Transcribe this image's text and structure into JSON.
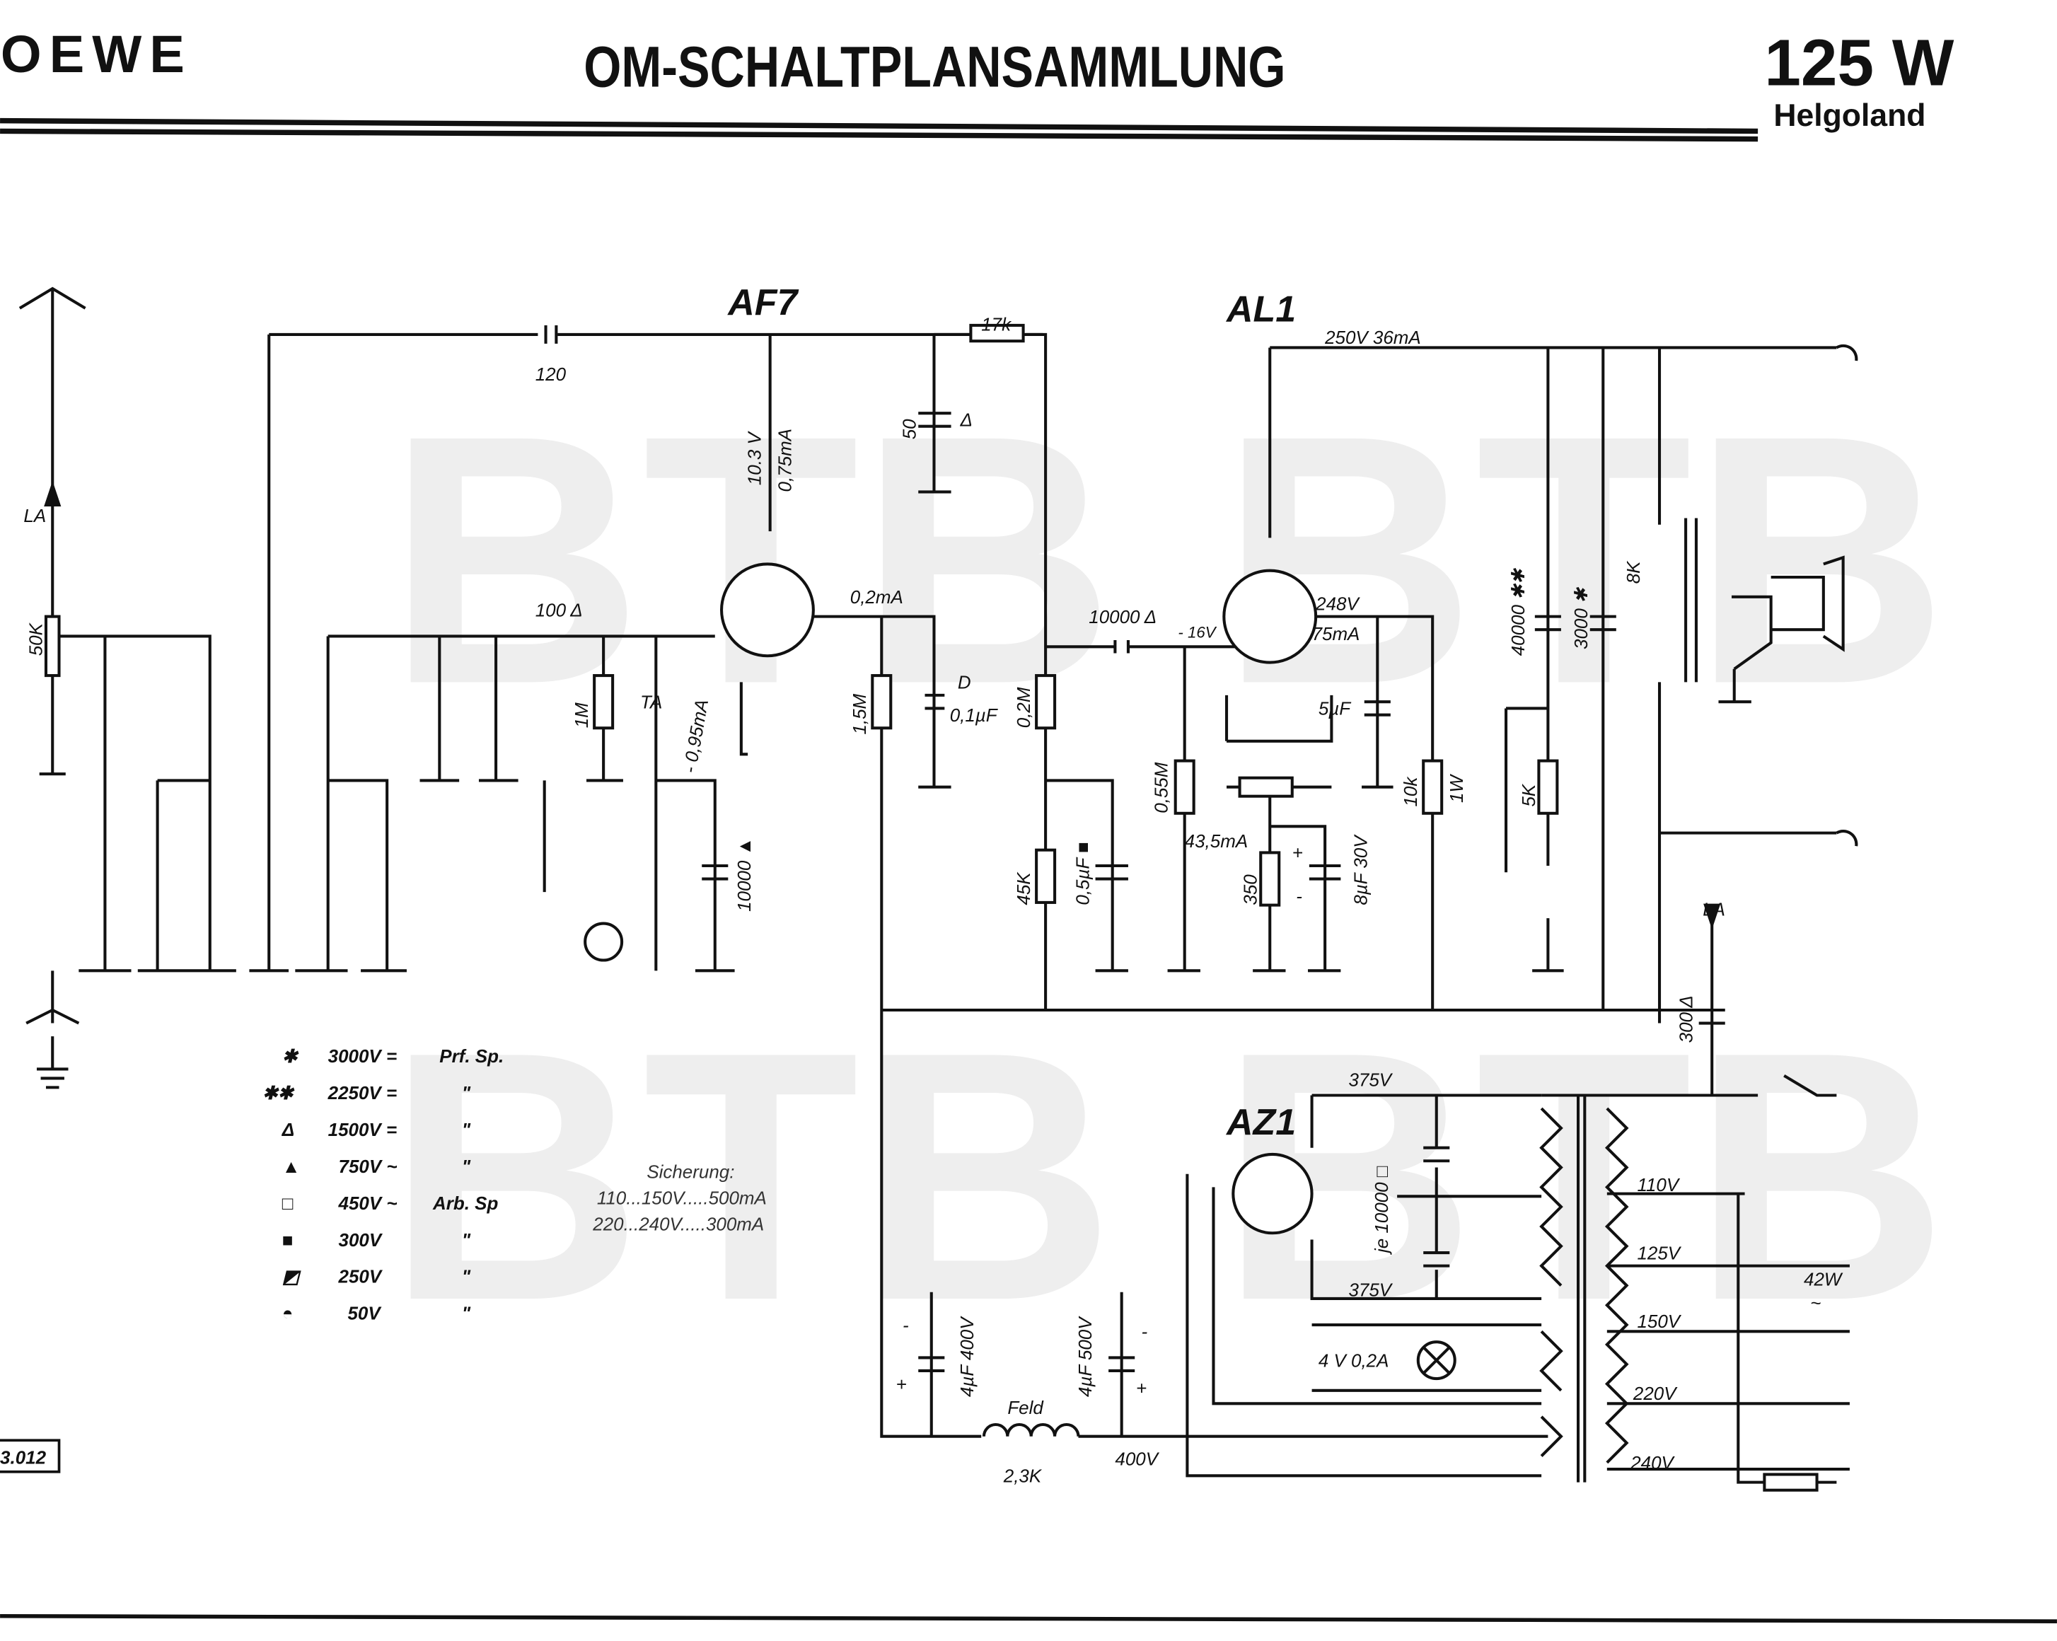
{
  "header": {
    "brand": "LOEWE",
    "title": "OM-SCHALTPLANSAMMLUNG",
    "model": "125 W",
    "model_name": "Helgoland"
  },
  "watermark": "BTB",
  "tubes": {
    "af7": "AF7",
    "al1": "AL1",
    "az1": "AZ1"
  },
  "labels": {
    "la_left": "LA",
    "pot_50k": "50K",
    "c120": "120",
    "r17k": "17k",
    "c50": "50",
    "c50_mark": "Δ",
    "af7_v": "10.3 V",
    "af7_ma": "0,75mA",
    "ma02": "0,2mA",
    "c100": "100 Δ",
    "r1m": "1M",
    "ta": "TA",
    "ma095": "- 0,95mA",
    "r15m": "1,5M",
    "c01": "0,1µF",
    "c01_mark": "D",
    "r02m": "0,2M",
    "c10000": "10000 Δ",
    "v16": "- 16V",
    "v248": "248V",
    "ma75": "75mA",
    "c5uf": "5µF",
    "r10k": "10k",
    "w1": "1W",
    "r055m": "0,55M",
    "ma435": "43,5mA",
    "r350": "350",
    "c8uf": "8µF 30V",
    "r45k": "45K",
    "c05": "0,5µF ■",
    "c10000b": "10000 ▲",
    "v250": "250V 36mA",
    "c40000": "40000 ✱✱",
    "c3000": "3000 ✱",
    "t8k": "8K",
    "r5k": "5K",
    "la_right": "LA",
    "c300": "300 Δ",
    "v375a": "375V",
    "je": "je 10000 □",
    "v375b": "375V",
    "lamp": "4 V 0,2A",
    "v110": "110V",
    "v125": "125V",
    "v150": "150V",
    "v220": "220V",
    "v240": "240V",
    "w42": "42W",
    "tilde": "~",
    "c4a": "4µF 400V",
    "c4b": "4µF 500V",
    "feld": "Feld",
    "r23k": "2,3K",
    "v400": "400V",
    "plus1": "+",
    "minus1": "-",
    "plus2": "+",
    "minus2": "-",
    "plus3": "+",
    "minus3": "-",
    "page_code": "3.012"
  },
  "legend": [
    {
      "sym": "✱",
      "v": "3000V =",
      "n": "Prf. Sp."
    },
    {
      "sym": "✱✱",
      "v": "2250V =",
      "n": "\""
    },
    {
      "sym": "Δ",
      "v": "1500V =",
      "n": "\""
    },
    {
      "sym": "▲",
      "v": "750V ~",
      "n": "\""
    },
    {
      "sym": "□",
      "v": "450V ~",
      "n": "Arb. Sp"
    },
    {
      "sym": "■",
      "v": "300V",
      "n": "\""
    },
    {
      "sym": "◩",
      "v": "250V",
      "n": "\""
    },
    {
      "sym": "◓",
      "v": "50V",
      "n": "\""
    }
  ],
  "fuse": {
    "title": "Sicherung:",
    "row1": "110...150V.....500mA",
    "row2": "220...240V.....300mA"
  }
}
